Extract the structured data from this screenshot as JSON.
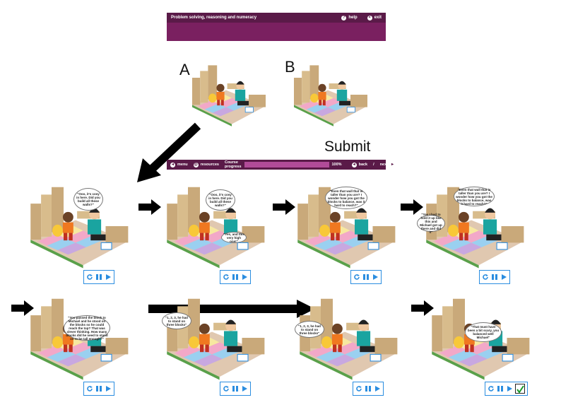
{
  "top_bar": {
    "title": "Problem solving, reasoning and numeracy",
    "help": "help",
    "exit": "exit"
  },
  "labels": {
    "a": "A",
    "b": "B"
  },
  "submit_label": "Submit",
  "nav": {
    "menu": "menu",
    "resources": "resources",
    "progress_label": "Course progress",
    "progress_value": "100%",
    "progress_fraction": 1.0,
    "back": "back",
    "separator": "/",
    "next": "next"
  },
  "panels": [
    {
      "bubble": "\"Ooo, it's cosy in here. Did you build all these walls?\""
    },
    {
      "bubble": "\"Ooo, it's cosy in here. Did you build all these walls?\"",
      "reply": "\"Yes, and this very high one!\""
    },
    {
      "bubble": "\"Even that wall that is taller than you are? I wonder how you got the blocks to balance, was it hard to reach?\""
    },
    {
      "bubble": "\"Even that wall that is taller than you are? I wonder how you got the blocks to balance, was it hard to reach?\"",
      "reply": "\"Yes I had to hold it up like this and Michael got up there and did it\""
    },
    {
      "bubble": "\"You passed the block to Michael and he stood on the blocks so he could reach the top? That was clever thinking. How many blocks did he need to stand on to be tall enough?\""
    },
    {
      "bubble": "\"1, 2, 3, he had to stand on three blocks\""
    },
    {
      "bubble": "\"1, 2, 3, he had to stand on three blocks\""
    },
    {
      "bubble": "\"That must have been a bit scary, you balanced well Michael\""
    }
  ],
  "colors": {
    "brand": "#7a2060",
    "bar": "#5a1a48",
    "ctrl_border": "#2a8de0"
  }
}
